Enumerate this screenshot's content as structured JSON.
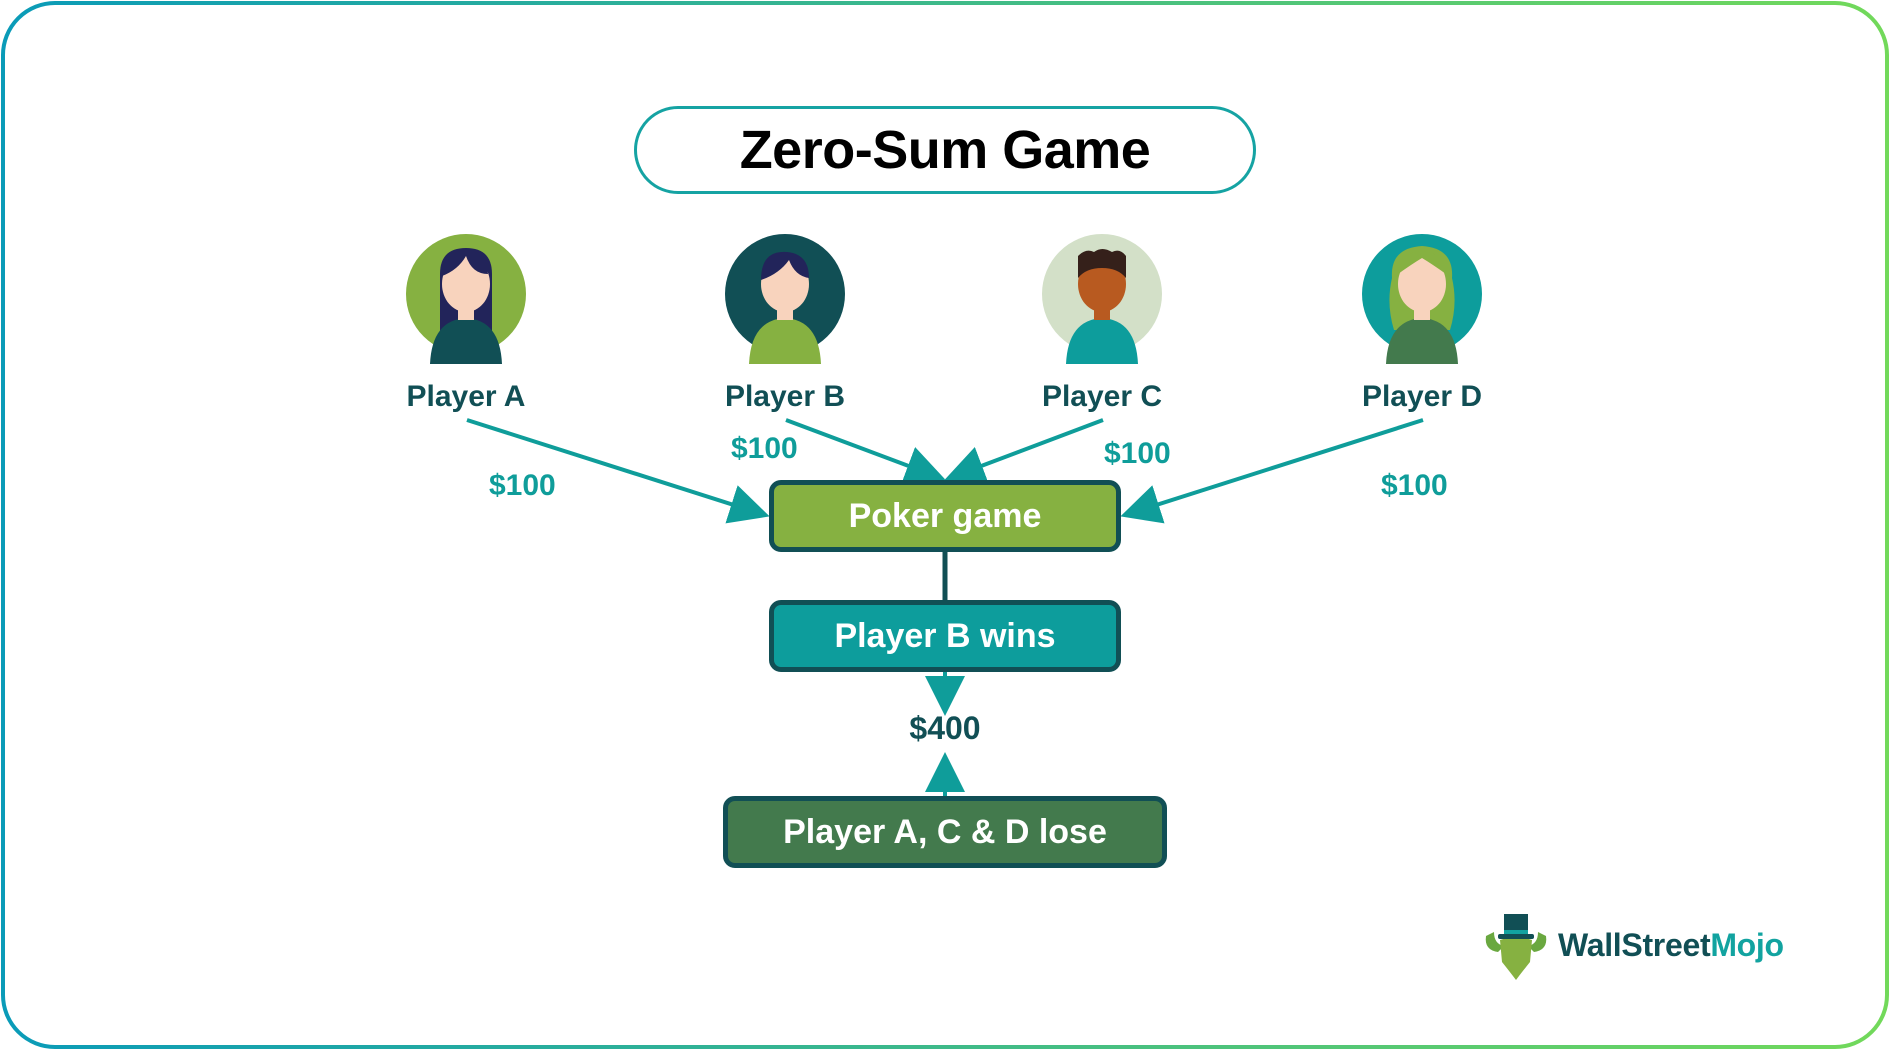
{
  "title": "Zero-Sum Game",
  "colors": {
    "border_start": "#0a9bb8",
    "border_end": "#72d95a",
    "teal": "#0f9d9a",
    "dark_teal": "#114f55",
    "green": "#86b141",
    "dark_green": "#437a4d"
  },
  "players": [
    {
      "label": "Player A",
      "amount": "$100",
      "avatar_bg": "#86b141"
    },
    {
      "label": "Player B",
      "amount": "$100",
      "avatar_bg": "#114f55"
    },
    {
      "label": "Player C",
      "amount": "$100",
      "avatar_bg": "#d3e0c8"
    },
    {
      "label": "Player D",
      "amount": "$100",
      "avatar_bg": "#0d9d9c"
    }
  ],
  "flow": {
    "game": "Poker game",
    "winner": "Player B wins",
    "total": "$400",
    "losers": "Player A, C & D lose"
  },
  "logo": {
    "part1": "WallStreet",
    "part2": "Mojo"
  }
}
